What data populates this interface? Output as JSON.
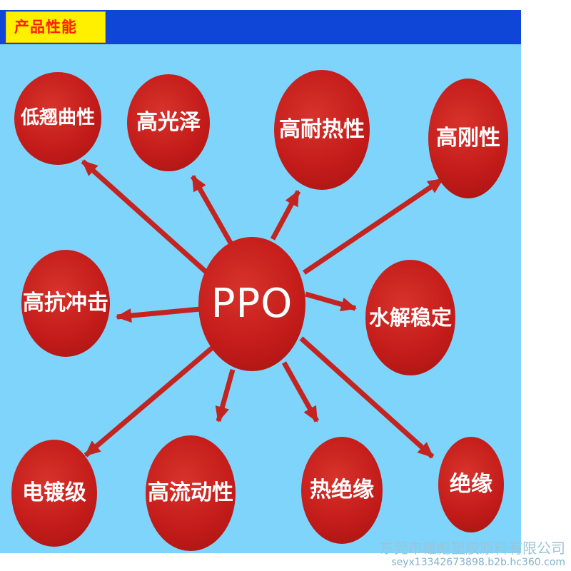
{
  "header": {
    "title": "产品性能"
  },
  "diagram": {
    "center": "PPO",
    "nodes": [
      "低翘曲性",
      "高光泽",
      "高耐热性",
      "高刚性",
      "高抗冲击",
      "水解稳定",
      "电镀级",
      "高流动性",
      "热绝缘",
      "绝缘"
    ]
  },
  "watermark": "东莞市雄彪塑胶原料有限公司",
  "footer": "seyx13342673898.b2b.hc360.com",
  "colors": {
    "header_bar": "#0f46d8",
    "tab_bg": "#fff000",
    "tab_text": "#ff1e00",
    "background": "#7ed4fa",
    "node": "#c41c1a",
    "arrow": "#c3241f",
    "node_text": "#ffffff"
  }
}
